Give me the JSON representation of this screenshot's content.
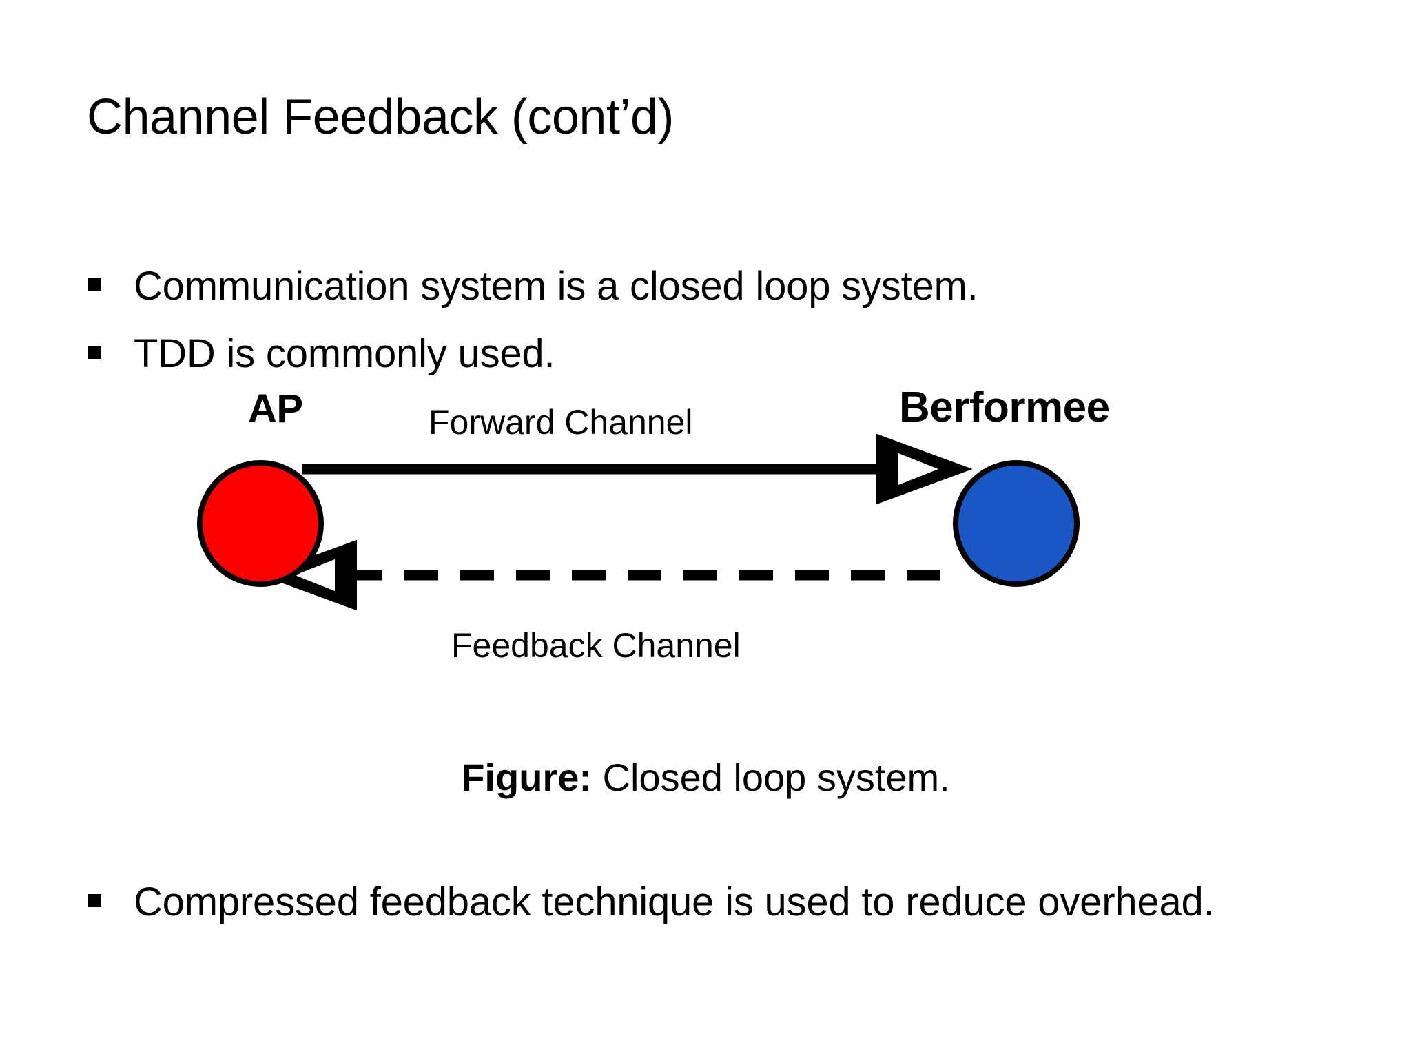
{
  "slide": {
    "title": "Channel Feedback (cont’d)",
    "background_color": "#FFFFFF",
    "text_color": "#000000"
  },
  "bullets": [
    {
      "marker": "square-bullet",
      "text": "Communication system is a closed loop system."
    },
    {
      "marker": "square-bullet",
      "text": "TDD is commonly used."
    },
    {
      "marker": "square-bullet",
      "text": "Compressed feedback technique is used to reduce overhead."
    }
  ],
  "figure": {
    "nodes": [
      {
        "name": "ap",
        "label": "AP",
        "color": "#FF0000",
        "outline": "#000000"
      },
      {
        "name": "berformee",
        "label": "Berformee",
        "color": "#1A56C4",
        "outline": "#000000"
      }
    ],
    "edges": [
      {
        "name": "forward-channel",
        "label": "Forward Channel",
        "style": "solid",
        "direction": "ap-to-berformee",
        "arrowhead": "open-triangle"
      },
      {
        "name": "feedback-channel",
        "label": "Feedback Channel",
        "style": "dashed",
        "direction": "berformee-to-ap",
        "arrowhead": "open-triangle"
      }
    ],
    "caption_prefix": "Figure:",
    "caption_text": "Closed loop system."
  }
}
